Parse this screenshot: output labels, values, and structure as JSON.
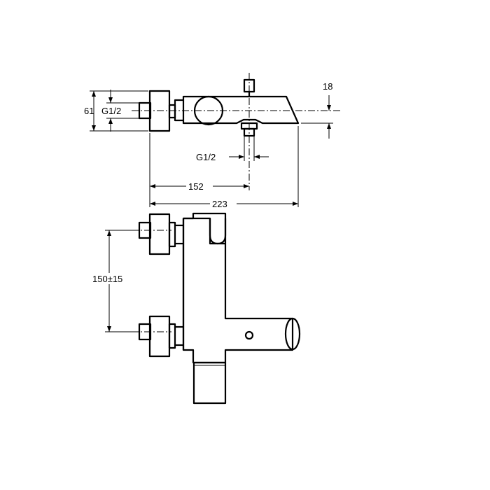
{
  "drawing": {
    "colors": {
      "line": "#000000",
      "background": "#ffffff"
    },
    "dimensions": {
      "height_61": "61",
      "thread_left": "G1/2",
      "offset_18": "18",
      "thread_outlet": "G1/2",
      "length_152": "152",
      "length_223": "223",
      "spacing": "150±15"
    }
  }
}
